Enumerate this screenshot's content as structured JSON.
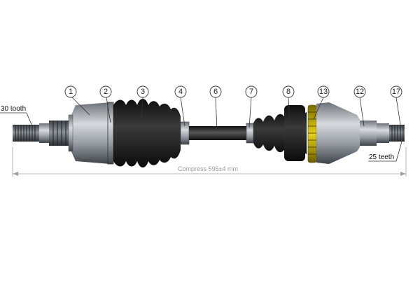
{
  "colors": {
    "metal_light": "#c9ccd0",
    "metal_mid": "#8e9399",
    "metal_dark": "#4a4f55",
    "boot": "#1a1a1a",
    "shaft": "#2a2a2a",
    "ring": "#c8b400",
    "background": "#ffffff"
  },
  "callouts": [
    "1",
    "2",
    "3",
    "4",
    "6",
    "7",
    "8",
    "13",
    "12",
    "17"
  ],
  "labels": {
    "left_spline": "30 tooth",
    "right_spline": "25 teeth",
    "dimension": "Compress 595±4 mm"
  }
}
